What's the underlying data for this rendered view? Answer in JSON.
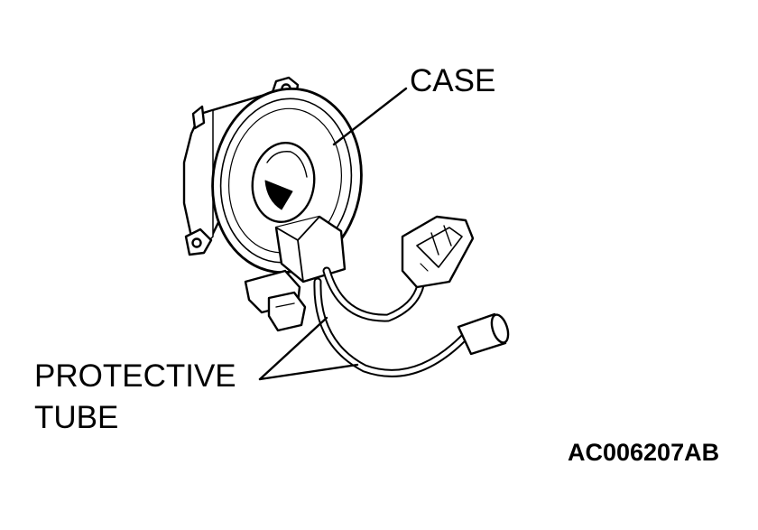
{
  "labels": {
    "case": "CASE",
    "protective_tube_line1": "PROTECTIVE",
    "protective_tube_line2": "TUBE"
  },
  "figure_code": "AC006207AB"
}
